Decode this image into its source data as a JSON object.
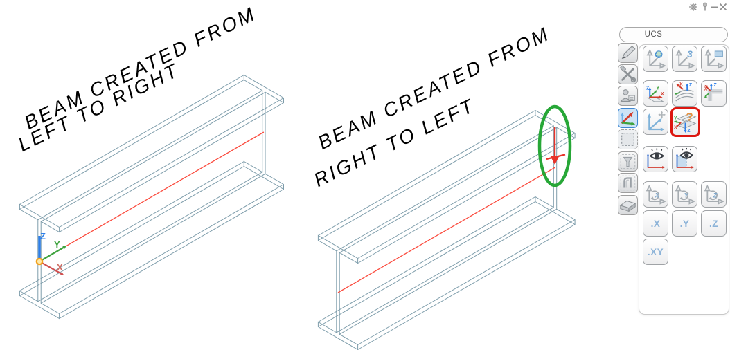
{
  "captions": {
    "left_line1": "BEAM CREATED FROM",
    "left_line2": "LEFT TO RIGHT",
    "right_line1": "BEAM CREATED FROM",
    "right_line2": "RIGHT TO LEFT"
  },
  "triad": {
    "x": "X",
    "y": "Y",
    "z": "Z"
  },
  "palette": {
    "title": "UCS",
    "glyphs": {
      "three": "3",
      "question": "?",
      "rot_x": "X",
      "rot_y": "Y",
      "rot_z": "Z",
      "entity_x": "X",
      "entity_y": "Y",
      "entity_z": "Z"
    },
    "filters": {
      "x": ".X",
      "y": ".Y",
      "z": ".Z",
      "xy": ".XY"
    }
  },
  "colors": {
    "beam_wire": "#7e9dab",
    "centerline": "#fb4b3e",
    "highlight_ellipse": "#27a737",
    "direction_arrow": "#e8332a",
    "axis_x": "#d05050",
    "axis_y": "#3fa33f",
    "axis_z": "#2e7fe8",
    "origin_marker": "#f2a11e",
    "button_highlight": "#dc1710"
  }
}
